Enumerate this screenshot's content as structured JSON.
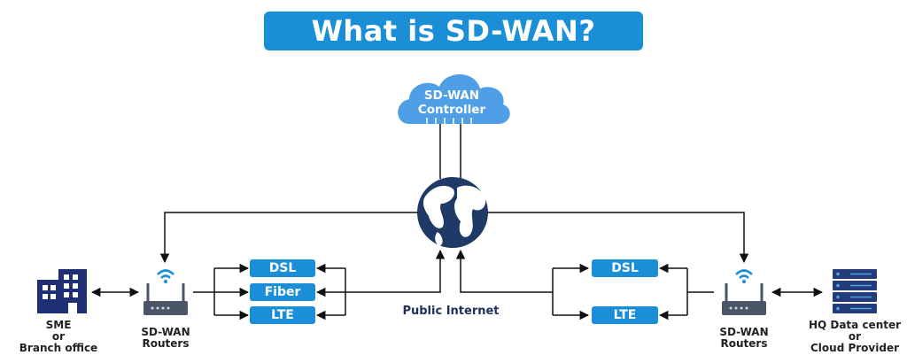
{
  "title": "What is SD-WAN?",
  "controller": {
    "line1": "SD-WAN",
    "line2": "Controller"
  },
  "public_internet": "Public Internet",
  "left": {
    "site_line1": "SME",
    "site_line2": "or",
    "site_line3": "Branch office",
    "router_line1": "SD-WAN",
    "router_line2": "Routers",
    "links": [
      "DSL",
      "Fiber",
      "LTE"
    ]
  },
  "right": {
    "site_line1": "HQ Data center",
    "site_line2": "or",
    "site_line3": "Cloud Provider",
    "router_line1": "SD-WAN",
    "router_line2": "Routers",
    "links": [
      "DSL",
      "LTE"
    ]
  },
  "colors": {
    "accent": "#1a8fd8",
    "cloud": "#4f9fe6",
    "globe": "#1f3a66",
    "router": "#4a5568",
    "building": "#1f2f73",
    "server": "#243b7a",
    "line": "#111111"
  }
}
